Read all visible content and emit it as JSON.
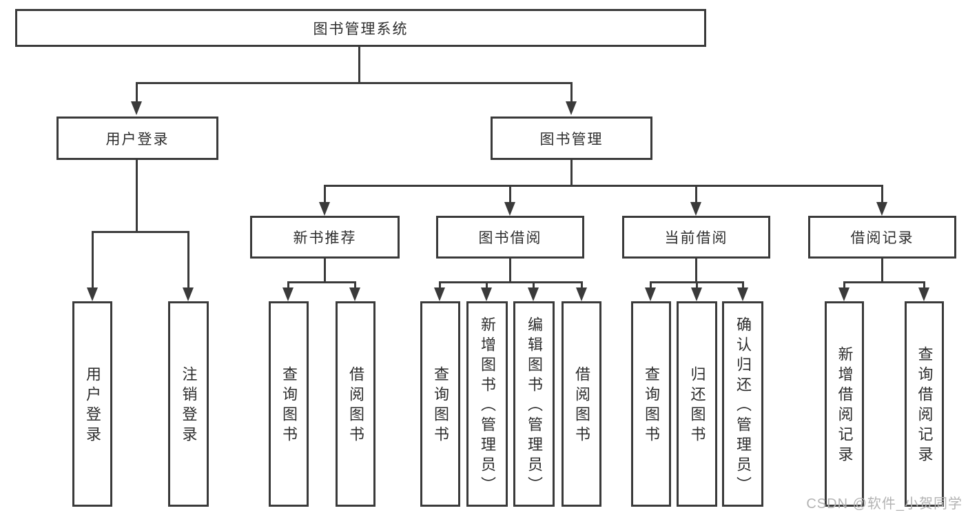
{
  "tree": {
    "label": "图书管理系统",
    "children": [
      {
        "label": "用户登录",
        "children": [
          {
            "label": "用户登录"
          },
          {
            "label": "注销登录"
          }
        ]
      },
      {
        "label": "图书管理",
        "children": [
          {
            "label": "新书推荐",
            "children": [
              {
                "label": "查询图书"
              },
              {
                "label": "借阅图书"
              }
            ]
          },
          {
            "label": "图书借阅",
            "children": [
              {
                "label": "查询图书"
              },
              {
                "label": "新增图书（管理员）"
              },
              {
                "label": "编辑图书（管理员）"
              },
              {
                "label": "借阅图书"
              }
            ]
          },
          {
            "label": "当前借阅",
            "children": [
              {
                "label": "查询图书"
              },
              {
                "label": "归还图书"
              },
              {
                "label": "确认归还（管理员）"
              }
            ]
          },
          {
            "label": "借阅记录",
            "children": [
              {
                "label": "新增借阅记录"
              },
              {
                "label": "查询借阅记录"
              }
            ]
          }
        ]
      }
    ]
  },
  "watermark": "CSDN @软件_小贺同学",
  "colors": {
    "line": "#3a3a3a",
    "text": "#2d2d2d",
    "watermark": "#b3b3b3",
    "background": "#ffffff"
  }
}
